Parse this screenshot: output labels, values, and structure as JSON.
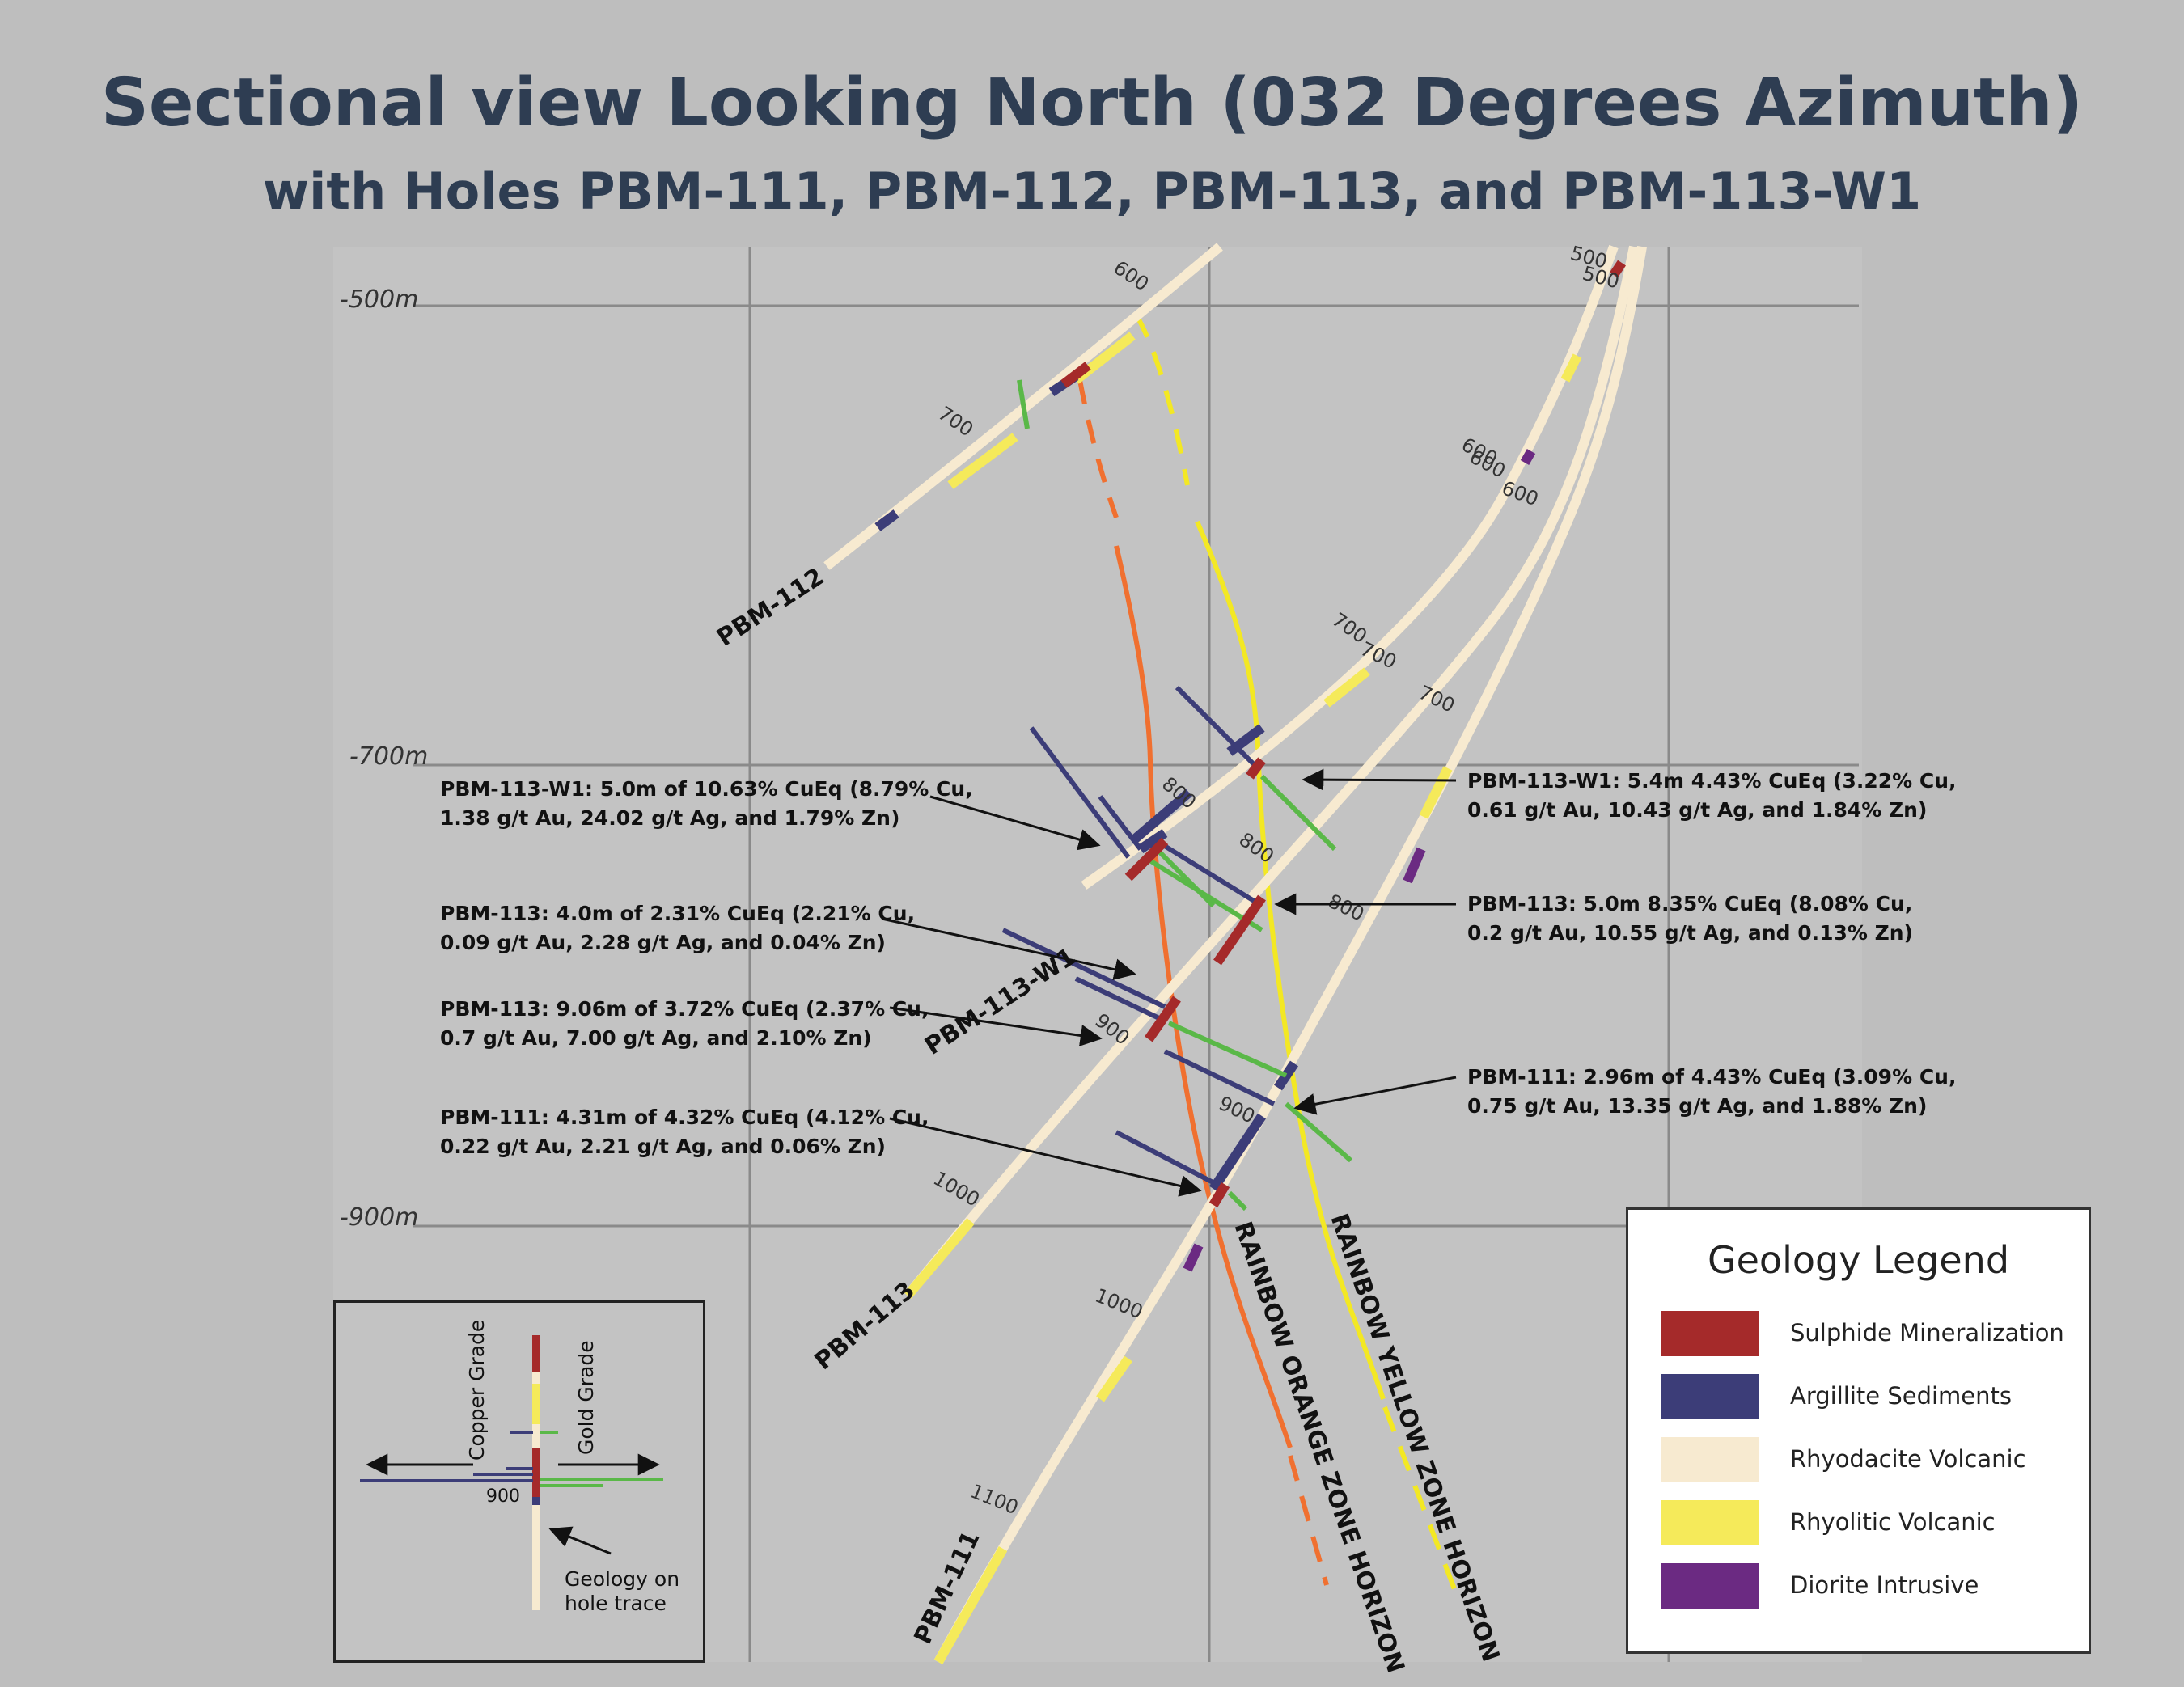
{
  "title": "Sectional view Looking North (032 Degrees Azimuth)",
  "subtitle": "with Holes PBM-111, PBM-112, PBM-113, and PBM-113-W1",
  "colors": {
    "sulphide": "#a52a2a",
    "argillite": "#3c3d78",
    "rhyodacite": "#f7ead0",
    "rhyolitic": "#f5ea5a",
    "diorite": "#6b2a82",
    "orange_zone": "#f07030",
    "yellow_zone": "#f3e824",
    "gold_grade": "#5ab848",
    "grid": "#8a8a8a"
  },
  "elevations": [
    "-500m",
    "-700m",
    "-900m"
  ],
  "holes": {
    "pbm112": "PBM-112",
    "pbm113": "PBM-113",
    "pbm113w1": "PBM-113-W1",
    "pbm111": "PBM-111"
  },
  "depth_labels": {
    "d600_112": "600",
    "d700_112": "700",
    "d500a": "500",
    "d500b": "500",
    "d600a": "600",
    "d600b": "600",
    "d600c": "600",
    "d700a": "700",
    "d700b": "700",
    "d700c": "700",
    "d800a": "800",
    "d800b": "800",
    "d800c": "800",
    "d900a": "900",
    "d900b": "900",
    "d1000a": "1000",
    "d1000b": "1000",
    "d1100": "1100"
  },
  "zones": {
    "orange": "RAINBOW ORANGE ZONE HORIZON",
    "yellow": "RAINBOW YELLOW ZONE HORIZON"
  },
  "callouts": {
    "c1": [
      "PBM-113-W1: 5.0m of 10.63% CuEq (8.79% Cu,",
      "1.38 g/t Au, 24.02 g/t Ag, and 1.79% Zn)"
    ],
    "c2": [
      "PBM-113: 4.0m of 2.31% CuEq (2.21% Cu,",
      "0.09 g/t Au, 2.28 g/t Ag, and 0.04% Zn)"
    ],
    "c3": [
      "PBM-113: 9.06m of 3.72% CuEq (2.37% Cu,",
      "0.7 g/t Au, 7.00 g/t Ag, and 2.10% Zn)"
    ],
    "c4": [
      "PBM-111: 4.31m of 4.32% CuEq (4.12% Cu,",
      "0.22 g/t Au, 2.21 g/t Ag, and 0.06% Zn)"
    ],
    "c5": [
      "PBM-113-W1: 5.4m 4.43% CuEq (3.22% Cu,",
      "0.61 g/t Au, 10.43 g/t Ag, and 1.84% Zn)"
    ],
    "c6": [
      "PBM-113: 5.0m 8.35% CuEq (8.08% Cu,",
      "0.2 g/t Au, 10.55 g/t Ag, and 0.13% Zn)"
    ],
    "c7": [
      "PBM-111: 2.96m of 4.43% CuEq (3.09% Cu,",
      "0.75 g/t Au, 13.35 g/t Ag, and 1.88% Zn)"
    ]
  },
  "legend": {
    "title": "Geology Legend",
    "items": [
      {
        "label": "Sulphide Mineralization",
        "color": "#a52a2a"
      },
      {
        "label": "Argillite Sediments",
        "color": "#3c3d78"
      },
      {
        "label": "Rhyodacite Volcanic",
        "color": "#f7ead0"
      },
      {
        "label": "Rhyolitic Volcanic",
        "color": "#f5ea5a"
      },
      {
        "label": "Diorite Intrusive",
        "color": "#6b2a82"
      }
    ]
  },
  "inset": {
    "copper": "Copper Grade",
    "gold": "Gold Grade",
    "depth": "900",
    "note_line1": "Geology on",
    "note_line2": "hole trace"
  }
}
